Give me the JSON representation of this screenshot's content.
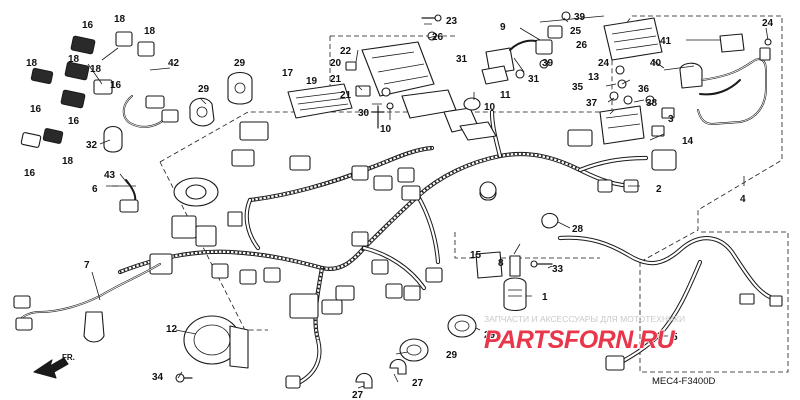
{
  "diagram": {
    "code": "MEC4-F3400D",
    "direction_label": "FR.",
    "watermark": {
      "tagline": "ЗАПЧАСТИ И АКСЕССУАРЫ ДЛЯ МОТОТЕХНИКИ",
      "brand": "PARTSFORN.RU"
    },
    "callouts": {
      "p1": "1",
      "p2": "2",
      "p3": "3",
      "p4": "4",
      "p5": "5",
      "p6": "6",
      "p7": "7",
      "p8": "8",
      "p9": "9",
      "p10a": "10",
      "p10b": "10",
      "p11": "11",
      "p12": "12",
      "p13": "13",
      "p14": "14",
      "p15": "15",
      "p16a": "16",
      "p16b": "16",
      "p16c": "16",
      "p16d": "16",
      "p16e": "16",
      "p17": "17",
      "p18a": "18",
      "p18b": "18",
      "p18c": "18",
      "p18d": "18",
      "p19": "19",
      "p20": "20",
      "p21a": "21",
      "p21b": "21",
      "p22": "22",
      "p23": "23",
      "p24a": "24",
      "p24b": "24",
      "p25": "25",
      "p26a": "26",
      "p26b": "26",
      "p27a": "27",
      "p27b": "27",
      "p28": "28",
      "p29a": "29",
      "p29b": "29",
      "p29c": "29",
      "p30": "30",
      "p31a": "31",
      "p31b": "31",
      "p32": "32",
      "p33": "33",
      "p34": "34",
      "p35": "35",
      "p36": "36",
      "p37": "37",
      "p38": "38",
      "p39a": "39",
      "p39b": "39",
      "p40": "40",
      "p41": "41",
      "p42": "42",
      "p43": "43"
    }
  }
}
